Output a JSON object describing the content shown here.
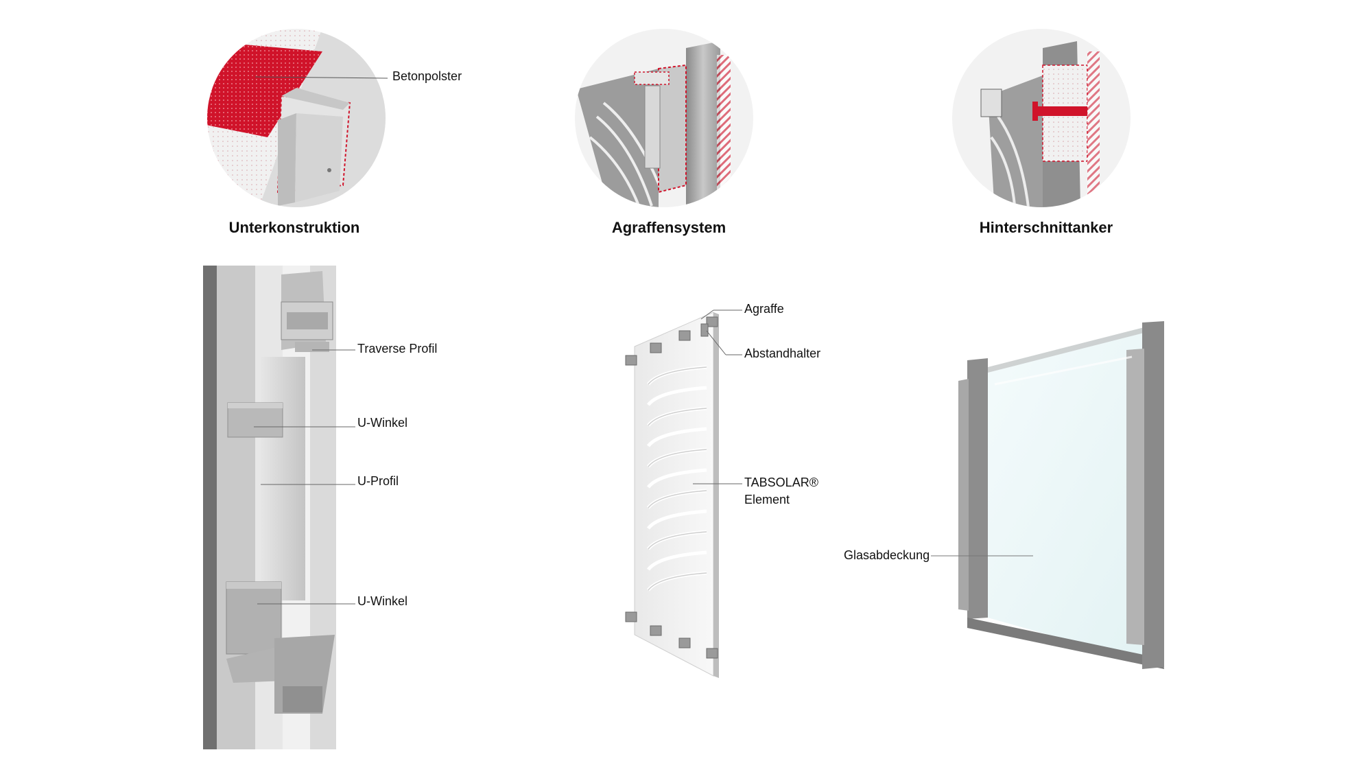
{
  "details": [
    {
      "key": "unterkonstruktion",
      "caption": "Unterkonstruktion",
      "callout": "Betonpolster"
    },
    {
      "key": "agraffensystem",
      "caption": "Agraffensystem"
    },
    {
      "key": "hinterschnittanker",
      "caption": "Hinterschnittanker"
    }
  ],
  "substructure_labels": {
    "traverse": "Traverse Profil",
    "u_winkel_top": "U-Winkel",
    "u_profil": "U-Profil",
    "u_winkel_bottom": "U-Winkel"
  },
  "panel_labels": {
    "agraffe": "Agraffe",
    "abstandhalter": "Abstandhalter",
    "tabsolar_line1": "TABSOLAR®",
    "tabsolar_line2": "Element"
  },
  "glass_label": "Glasabdeckung",
  "colors": {
    "accent_red": "#d0132a",
    "metal_dark": "#7a7a7a",
    "metal_light": "#d6d6d6",
    "leader_line": "#555555"
  }
}
